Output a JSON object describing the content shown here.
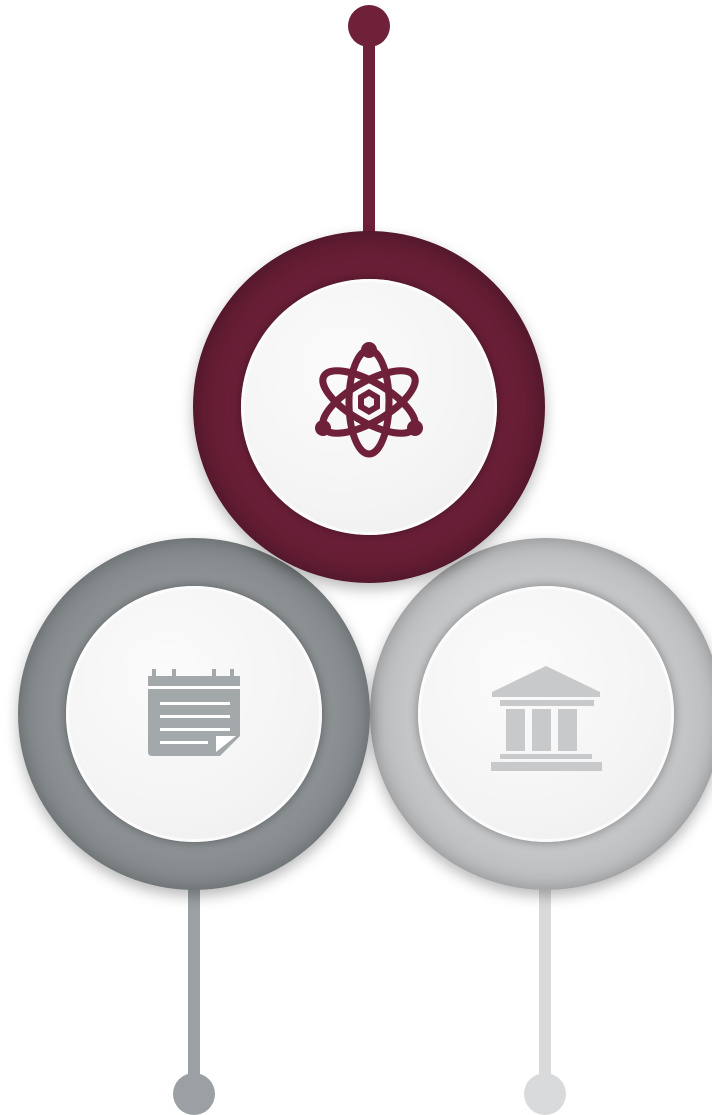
{
  "colors": {
    "primary": "#6e2139",
    "primary_dark": "#521829",
    "gray_dark": "#7f8588",
    "gray_dark_light": "#9aa0a3",
    "gray_light": "#b9bbbd",
    "gray_light_pale": "#d9dadb",
    "icon_gray_dark": "#a3a8ab",
    "icon_gray_light": "#c7c9cb"
  },
  "nodes": [
    {
      "id": "top",
      "icon": "atom-icon"
    },
    {
      "id": "left",
      "icon": "notepad-icon"
    },
    {
      "id": "right",
      "icon": "bank-icon"
    }
  ]
}
